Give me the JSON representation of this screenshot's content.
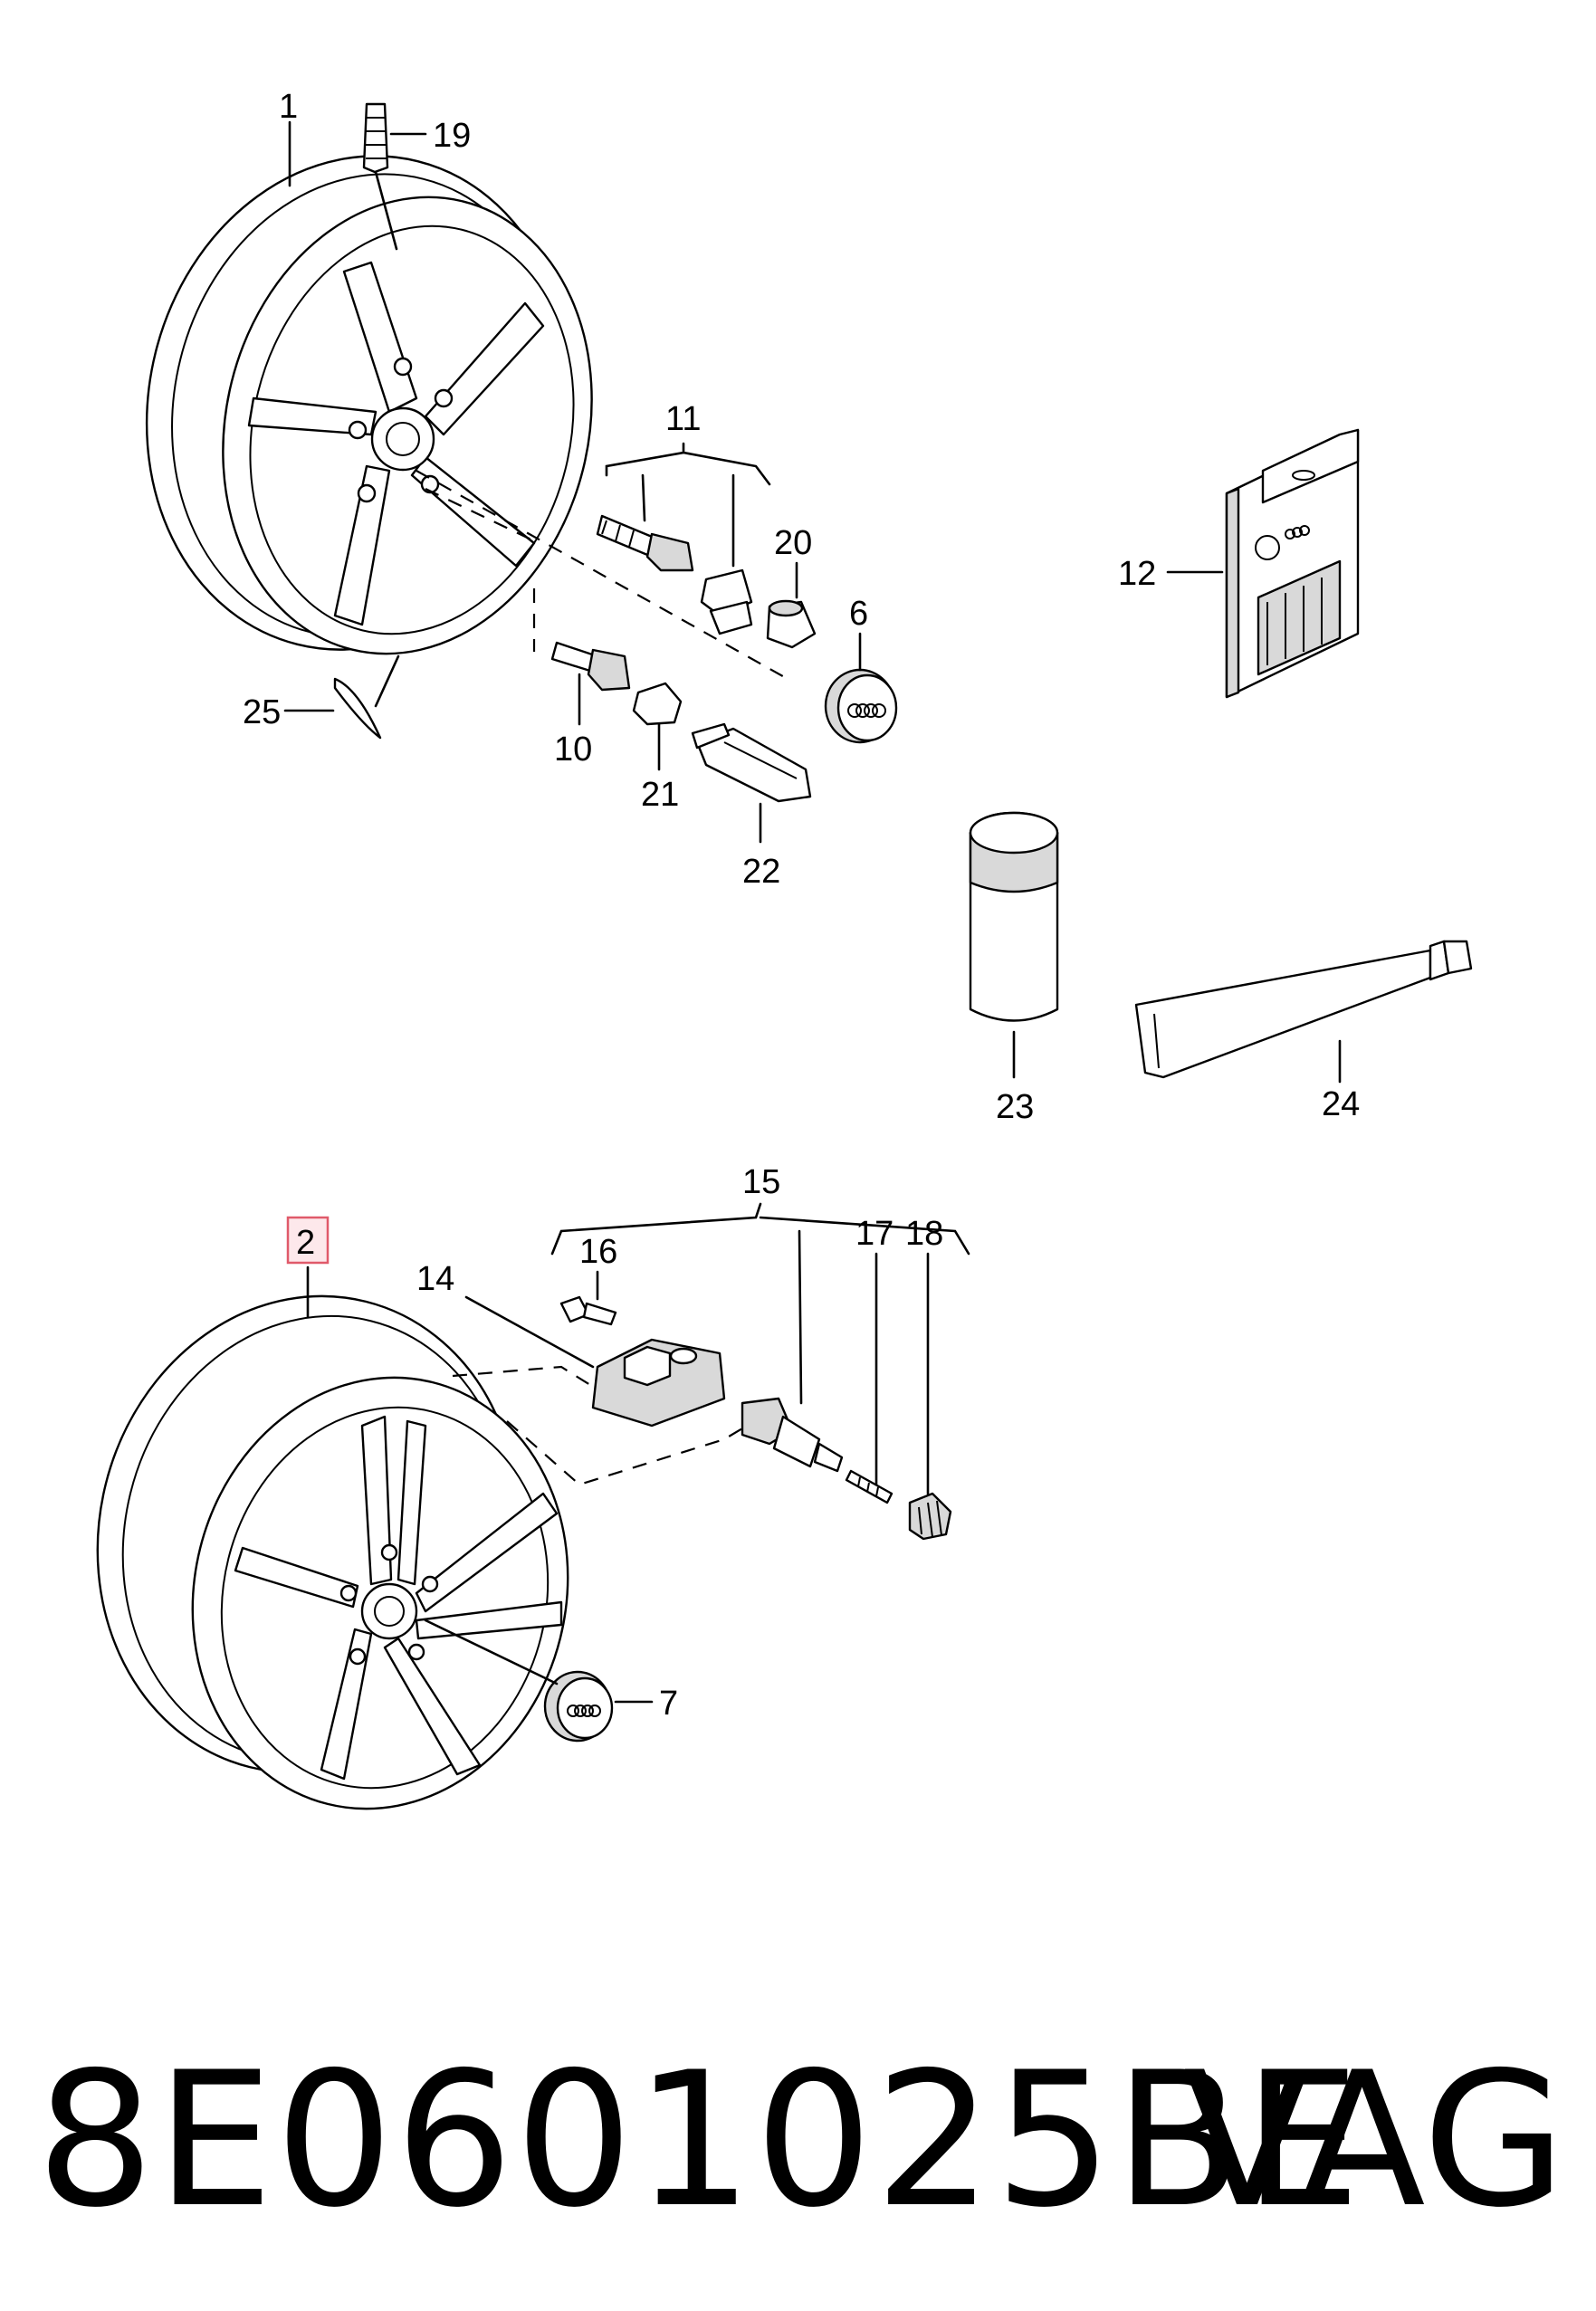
{
  "callouts": {
    "c1": "1",
    "c2": "2",
    "c6": "6",
    "c7": "7",
    "c10": "10",
    "c11": "11",
    "c12": "12",
    "c14": "14",
    "c15": "15",
    "c16": "16",
    "c17": "17",
    "c18": "18",
    "c19": "19",
    "c20": "20",
    "c21": "21",
    "c22": "22",
    "c23": "23",
    "c24": "24",
    "c25": "25"
  },
  "highlight_color": "#e05a6a",
  "footer": {
    "part_number": "8E0601025BE",
    "manufacturer": "VAG"
  }
}
